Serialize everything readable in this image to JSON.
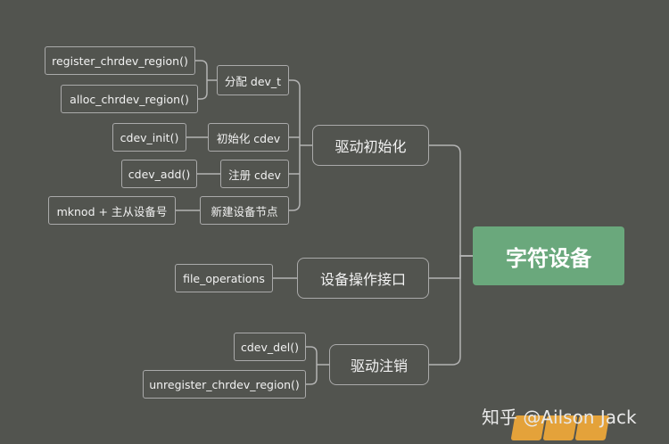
{
  "root": {
    "label": "字符设备"
  },
  "branches": {
    "driver_init": {
      "label": "驱动初始化",
      "groups": {
        "alloc": {
          "label": "分配 dev_t",
          "items": [
            "register_chrdev_region()",
            "alloc_chrdev_region()"
          ]
        },
        "init": {
          "label": "初始化 cdev",
          "items": [
            "cdev_init()"
          ]
        },
        "register": {
          "label": "注册 cdev",
          "items": [
            "cdev_add()"
          ]
        },
        "node": {
          "label": "新建设备节点",
          "items": [
            "mknod + 主从设备号"
          ]
        }
      }
    },
    "ops": {
      "label": "设备操作接口",
      "items": [
        "file_operations"
      ]
    },
    "logout": {
      "label": "驱动注销",
      "items": [
        "cdev_del()",
        "unregister_chrdev_region()"
      ]
    }
  },
  "watermark": {
    "text": "知乎 @Ailson Jack"
  },
  "colors": {
    "background": "#52544f",
    "root": "#6aa87c",
    "border": "#aaaaaa",
    "line": "#b3b3b3",
    "text": "#f2f2f2"
  }
}
